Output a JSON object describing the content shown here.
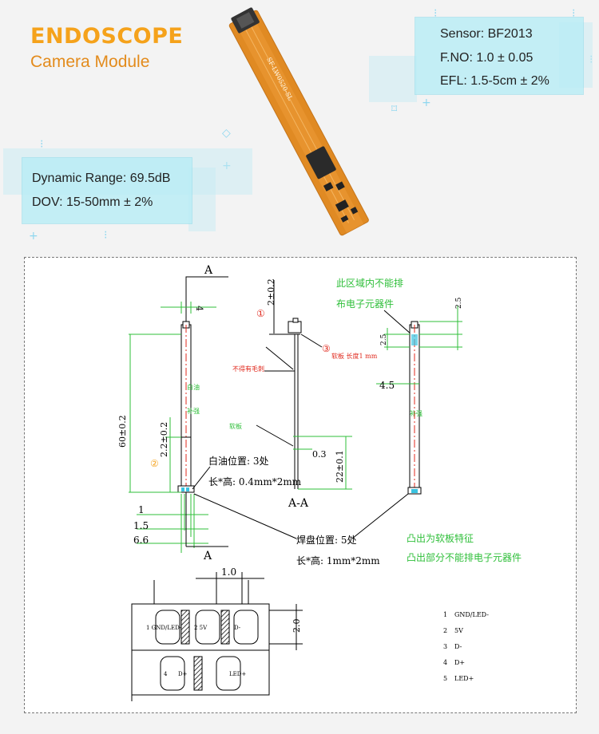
{
  "header": {
    "title": "ENDOSCOPE",
    "subtitle": "Camera Module"
  },
  "specs_right": [
    "Sensor: BF2013",
    "F.NO: 1.0 ± 0.05",
    "EFL: 1.5-5cm ± 2%"
  ],
  "specs_left": [
    "Dynamic Range: 69.5dB",
    "DOV: 15-50mm ± 2%"
  ],
  "pcb": {
    "silk_text": "SF-LW0520-SL"
  },
  "drawing": {
    "section_label_a_top": "A",
    "section_label_a_bottom": "A",
    "section_label_aa": "A-A",
    "dim_4": "4",
    "dim_60": "60±0.2",
    "dim_2_2": "2.2±0.2",
    "dim_1": "1",
    "dim_1_5": "1.5",
    "dim_6_6": "6.6",
    "dim_2_side": "2±0.2",
    "dim_0_3": "0.3",
    "dim_22": "22±0.1",
    "dim_4_5": "4.5",
    "dim_top_right": "2.5",
    "dim_top_right_b": "2.5",
    "dim_bottom_1_0": "1.0",
    "dim_bottom_2_0": "2.0",
    "note_circle_1": "①",
    "note_circle_2": "②",
    "note_circle_3": "③",
    "red_note_1": "不得有毛刺",
    "red_note_2": "软板  长度1 mm",
    "green_note_top": "此区域内不能排",
    "green_note_top_2": "布电子元器件",
    "green_note_right_1": "凸出为软板特征",
    "green_note_right_2": "凸出部分不能排电子元器件",
    "green_small_1": "白油",
    "green_small_2": "补强",
    "green_small_3": "软板",
    "label_white_oil": "白油位置: 3处",
    "label_white_oil_size": "长*高: 0.4mm*2mm",
    "label_pad": "焊盘位置: 5处",
    "label_pad_size": "长*高: 1mm*2mm",
    "pad_labels": [
      "1  GND/LED-",
      "2   5V",
      "D-",
      "4",
      "D+",
      "LED+"
    ],
    "pin_list": [
      {
        "num": "1",
        "name": "GND/LED-"
      },
      {
        "num": "2",
        "name": "5V"
      },
      {
        "num": "3",
        "name": "D-"
      },
      {
        "num": "4",
        "name": "D+"
      },
      {
        "num": "5",
        "name": "LED+"
      }
    ]
  },
  "colors": {
    "title_orange": "#f5a21b",
    "spec_box": "#baecf5",
    "dim_green": "#2fbf3a",
    "red_note": "#e0281c",
    "pcb_orange": "#e08a23"
  }
}
